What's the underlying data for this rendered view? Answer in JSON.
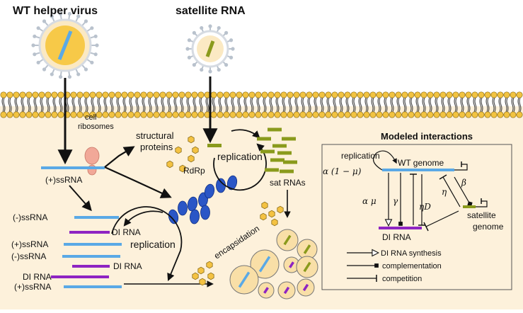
{
  "titles": {
    "helper_virus": "WT helper virus",
    "satellite_rna": "satellite RNA"
  },
  "labels": {
    "cell_ribosomes_1": "cell",
    "cell_ribosomes_2": "ribosomes",
    "structural_proteins_1": "structural",
    "structural_proteins_2": "proteins",
    "pos_ssrna_main": "(+)ssRNA",
    "rdrp": "RdRp",
    "replication_sat": "replication",
    "sat_rnas": "sat RNAs",
    "replication_left": "replication",
    "encapsidation": "encapsidation"
  },
  "rna_stack": [
    {
      "label": "(-)ssRNA",
      "color": "#5aa9e6"
    },
    {
      "label": "DI RNA",
      "color": "#8e24c2"
    },
    {
      "label": "(+)ssRNA",
      "color": "#5aa9e6"
    },
    {
      "label": "(-)ssRNA",
      "color": "#5aa9e6"
    },
    {
      "label": "DI RNA",
      "color": "#8e24c2"
    },
    {
      "label": "DI RNA",
      "color": "#8e24c2"
    },
    {
      "label": "(+)ssRNA",
      "color": "#5aa9e6"
    }
  ],
  "inset": {
    "title": "Modeled interactions",
    "replication": "replication",
    "alpha_one_minus_mu": "α (1 − μ)",
    "alpha_mu": "α μ",
    "gamma": "γ",
    "eta_d": "ηD",
    "eta": "η",
    "beta": "β",
    "wt_genome": "WT genome",
    "di_rna": "DI RNA",
    "satellite_1": "satellite",
    "satellite_2": "genome",
    "legend": [
      {
        "label": "DI RNA synthesis",
        "icon": "open-triangle-arrow"
      },
      {
        "label": "complementation",
        "icon": "filled-square-arrow"
      },
      {
        "label": "competition",
        "icon": "bar-inhibition-arrow"
      }
    ]
  },
  "colors": {
    "wt_rna": "#5aa9e6",
    "di_rna": "#8e24c2",
    "sat_rna": "#8a9a1c",
    "virus_core": "#f7c948",
    "capsid_fill": "#fbe9c3",
    "cell_bg": "#fdf1db",
    "membrane_head": "#f2c341",
    "rdrp": "#2a56c6",
    "ribosome": "#f1a898",
    "spike": "#b9c2cd"
  }
}
